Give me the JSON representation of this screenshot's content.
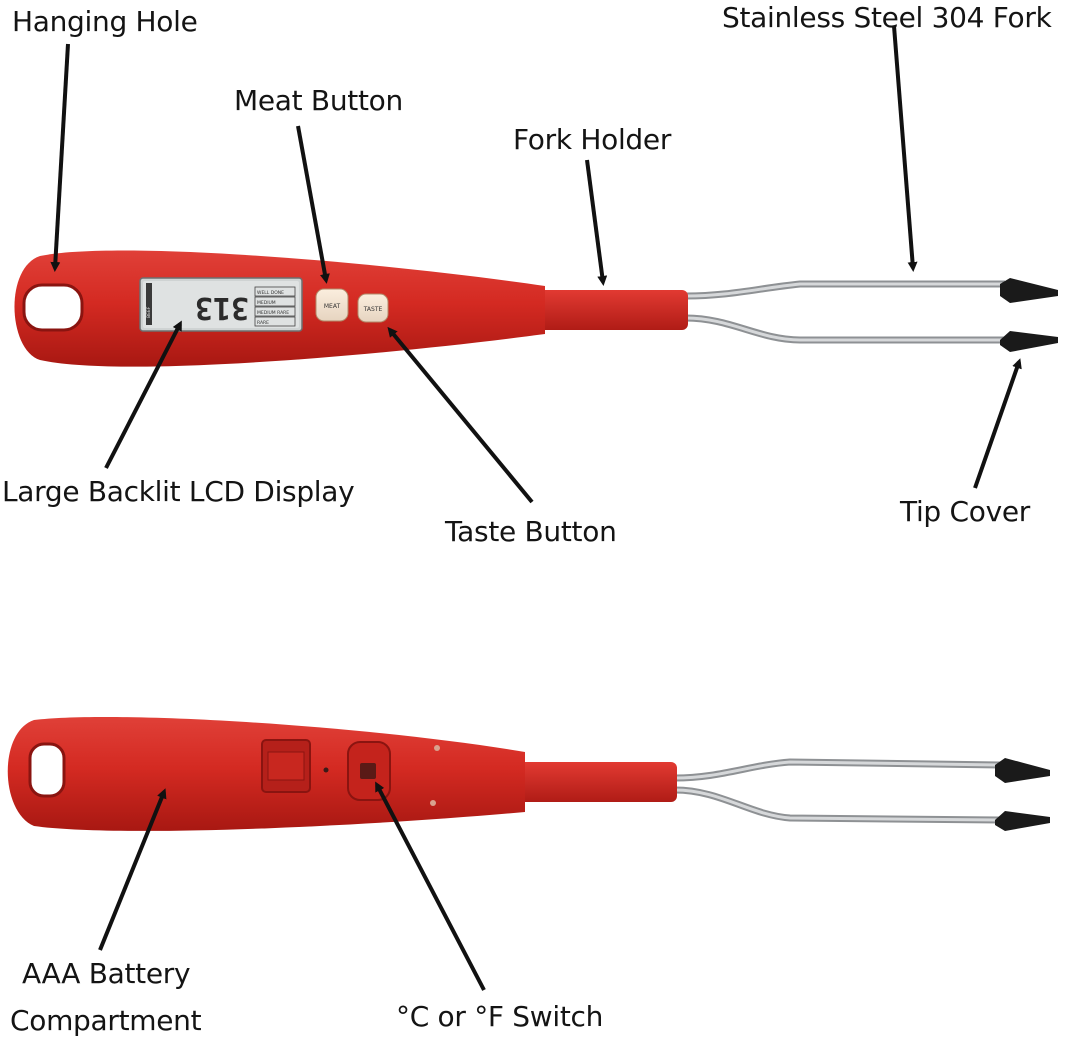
{
  "labels": {
    "hanging_hole": "Hanging Hole",
    "meat_button": "Meat Button",
    "fork_holder": "Fork Holder",
    "stainless_fork": "Stainless Steel 304 Fork",
    "lcd_display": "Large Backlit LCD Display",
    "taste_button": "Taste Button",
    "tip_cover": "Tip Cover",
    "battery_line1": "AAA Battery",
    "battery_line2": "Compartment",
    "unit_switch": "°C or °F Switch"
  },
  "device": {
    "lcd_reading": "313",
    "meat_button_text": "MEAT",
    "taste_button_text": "TASTE",
    "lcd_menu": [
      "WELL DONE",
      "MEDIUM",
      "MEDIUM RARE",
      "RARE"
    ],
    "lcd_side_text": "BEEF"
  },
  "colors": {
    "body_red": "#d42a22",
    "body_dark": "#a81812",
    "steel": "#b9bcbf",
    "tip_black": "#1a1a1a",
    "lcd_bg": "#d9dcdc",
    "arrow": "#111111"
  }
}
